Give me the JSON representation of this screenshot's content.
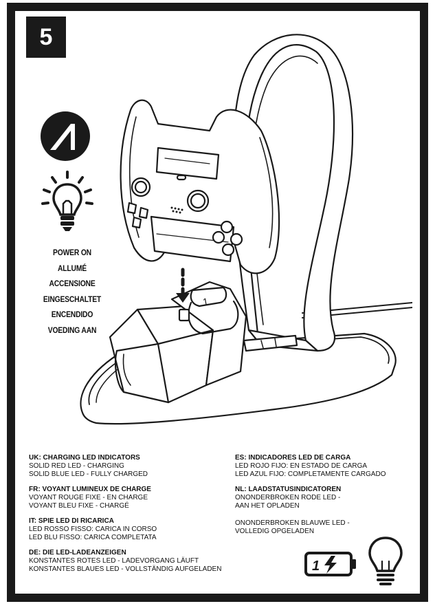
{
  "step": {
    "number": "5"
  },
  "power_on": {
    "labels": [
      "POWER ON",
      "ALLUMÉ",
      "ACCENSIONE",
      "EINGESCHALTET",
      "ENCENDIDO",
      "VOEDING AAN"
    ]
  },
  "indicators": {
    "uk": {
      "title": "UK: CHARGING LED INDICATORS",
      "lines": [
        "SOLID RED LED - CHARGING",
        "SOLID BLUE LED - FULLY CHARGED"
      ]
    },
    "fr": {
      "title": "FR: VOYANT LUMINEUX DE CHARGE",
      "lines": [
        "VOYANT ROUGE FIXE - EN CHARGE",
        "VOYANT BLEU FIXE - CHARGÉ"
      ]
    },
    "it": {
      "title": "IT: SPIE LED DI RICARICA",
      "lines": [
        "LED ROSSO FISSO: CARICA IN CORSO",
        "LED BLU FISSO: CARICA COMPLETATA"
      ]
    },
    "de": {
      "title": "DE: DIE LED-LADEANZEIGEN",
      "lines": [
        "KONSTANTES ROTES LED - LADEVORGANG LÄUFT",
        "KONSTANTES BLAUES LED - VOLLSTÄNDIG AUFGELADEN"
      ]
    },
    "es": {
      "title": "ES: INDICADORES LED DE CARGA",
      "lines": [
        "LED ROJO FIJO: EN ESTADO DE CARGA",
        "LED AZUL FIJO: COMPLETAMENTE CARGADO"
      ]
    },
    "nl": {
      "title": "NL: LAADSTATUSINDICATOREN",
      "lines": [
        "ONONDERBROKEN RODE LED -",
        "AAN HET OPLADEN"
      ],
      "extra": [
        "ONONDERBROKEN BLAUWE LED -",
        "VOLLEDIG OPGELADEN"
      ]
    }
  },
  "battery_icon": {
    "label": "1"
  },
  "illustration": {
    "slot_label": "1"
  },
  "icons": {
    "logo": "brand-logo-icon",
    "bulb": "light-bulb-icon",
    "battery": "battery-charging-icon",
    "bulb_small": "light-bulb-outline-icon"
  },
  "colors": {
    "ink": "#1a1a1a",
    "paper": "#ffffff"
  }
}
